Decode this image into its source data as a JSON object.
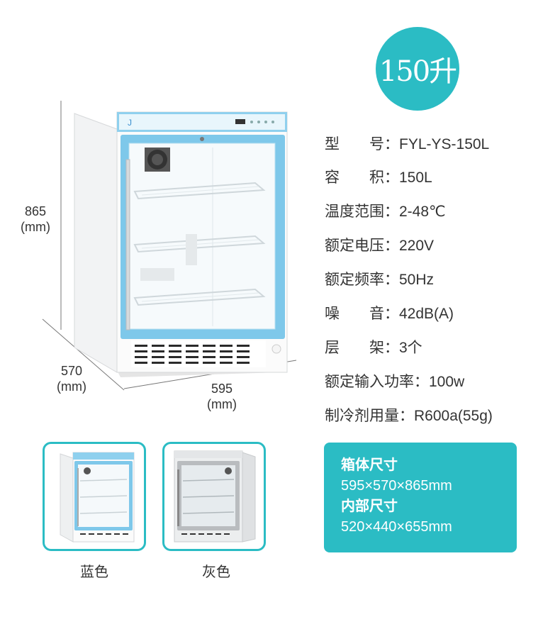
{
  "badge": {
    "text": "150升"
  },
  "specs": [
    {
      "label": "型　　号：",
      "value": "FYL-YS-150L"
    },
    {
      "label": "容　　积：",
      "value": "150L"
    },
    {
      "label": "温度范围：",
      "value": "2-48℃"
    },
    {
      "label": "额定电压：",
      "value": "220V"
    },
    {
      "label": "额定频率：",
      "value": "50Hz"
    },
    {
      "label": "噪　　音：",
      "value": "42dB(A)"
    },
    {
      "label": "层　　架：",
      "value": "3个"
    },
    {
      "label": "额定输入功率：",
      "value": "100w"
    },
    {
      "label": "制冷剂用量：",
      "value": "R600a(55g)"
    }
  ],
  "dimensions": {
    "height": {
      "value": "865",
      "unit": "(mm)"
    },
    "depth": {
      "value": "570",
      "unit": "(mm)"
    },
    "width": {
      "value": "595",
      "unit": "(mm)"
    }
  },
  "variants": [
    {
      "label": "蓝色",
      "color": "#7ec8ea"
    },
    {
      "label": "灰色",
      "color": "#c8cacc"
    }
  ],
  "size_box": {
    "cabinet_title": "箱体尺寸",
    "cabinet_value": "595×570×865mm",
    "inner_title": "内部尺寸",
    "inner_value": "520×440×655mm"
  },
  "colors": {
    "accent": "#2bbcc4",
    "fridge_blue": "#7ec8ea"
  }
}
